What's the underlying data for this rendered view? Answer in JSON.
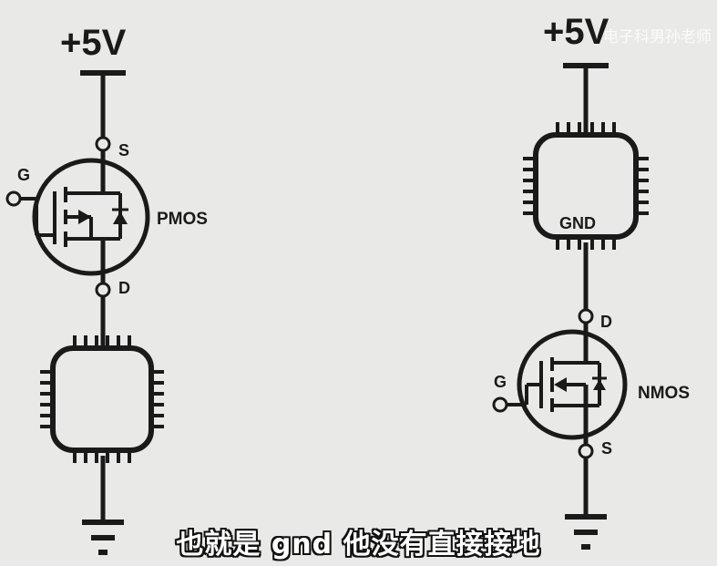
{
  "left_circuit": {
    "supply_label": "+5V",
    "device_label": "PMOS",
    "pin_s": "S",
    "pin_g": "G",
    "pin_d": "D"
  },
  "right_circuit": {
    "supply_label": "+5V",
    "chip_label": "GND",
    "device_label": "NMOS",
    "pin_d": "D",
    "pin_g": "G",
    "pin_s": "S"
  },
  "watermark": "电子科男孙老师",
  "subtitle": "也就是 gnd 他没有直接接地",
  "colors": {
    "ink": "#1a1a1a",
    "background": "#e9e9e7"
  }
}
